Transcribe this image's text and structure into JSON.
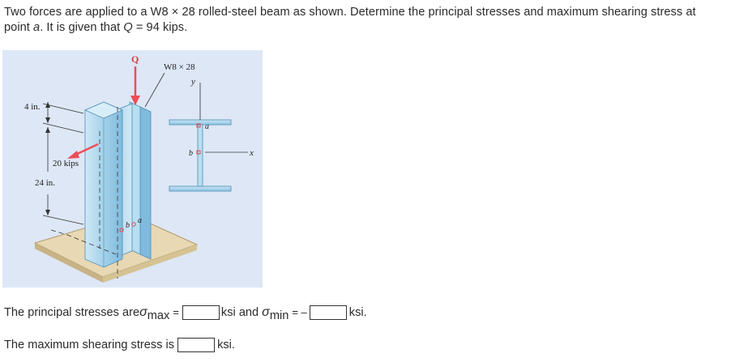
{
  "problem": {
    "line1": "Two forces are applied to a W8 × 28 rolled-steel beam as shown. Determine the principal stresses and maximum shearing stress at",
    "line2_pre": "point ",
    "point": "a",
    "line2_mid": ". It is given that ",
    "qvar": "Q",
    "line2_post": " = 94 kips."
  },
  "figure": {
    "q_label": "Q",
    "section_label": "W8 × 28",
    "force_label": "20 kips",
    "dim_top": "4 in.",
    "dim_bottom": "24 in.",
    "axis_y": "y",
    "axis_x": "x",
    "point_a": "a",
    "point_b": "b",
    "colors": {
      "background": "#dde7f6",
      "steel": "#a9d3ea",
      "steel_dark": "#6fb3d6",
      "force_arrow": "#ef4d55",
      "base": "#e7d7b2"
    }
  },
  "answers": {
    "row1_text": "The principal stresses are ",
    "sigma": "σ",
    "max_sub": "max",
    "min_sub": "min",
    "equals": "=",
    "ksi_and": "ksi and ",
    "equals_neg": "= –",
    "ksi_end": "ksi.",
    "row2_text": "The maximum shearing stress is",
    "ksi_end2": "ksi.",
    "sigma_max_value": "",
    "sigma_min_value": "",
    "tau_max_value": ""
  }
}
